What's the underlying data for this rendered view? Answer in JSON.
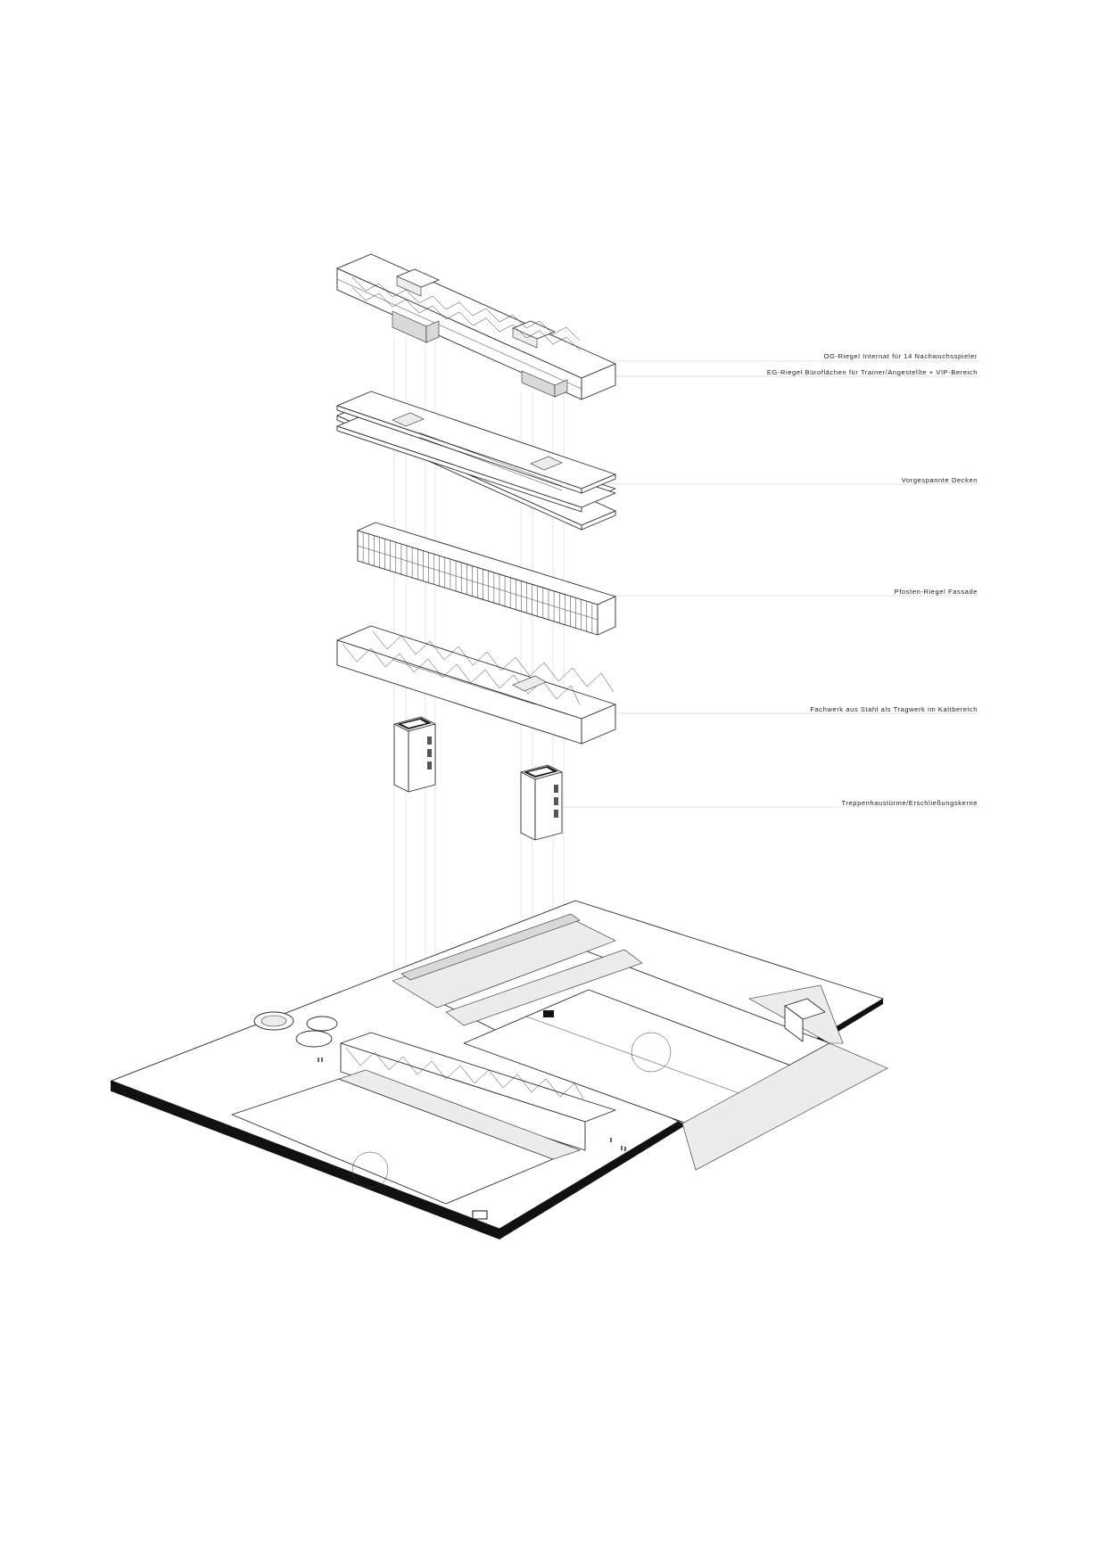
{
  "labels": {
    "og_riegel": "OG-Riegel Internat für 14 Nachwuchsspieler",
    "eg_riegel": "EG-Riegel Büroflächen für Trainer/Angestellte + VIP-Bereich",
    "decken": "Vorgespannte Decken",
    "fassade": "Pfosten-Riegel Fassade",
    "fachwerk": "Fachwerk aus Stahl als Tragwerk im Kaltbereich",
    "kerne": "Treppenhaustürme/Erschließungskerne"
  }
}
